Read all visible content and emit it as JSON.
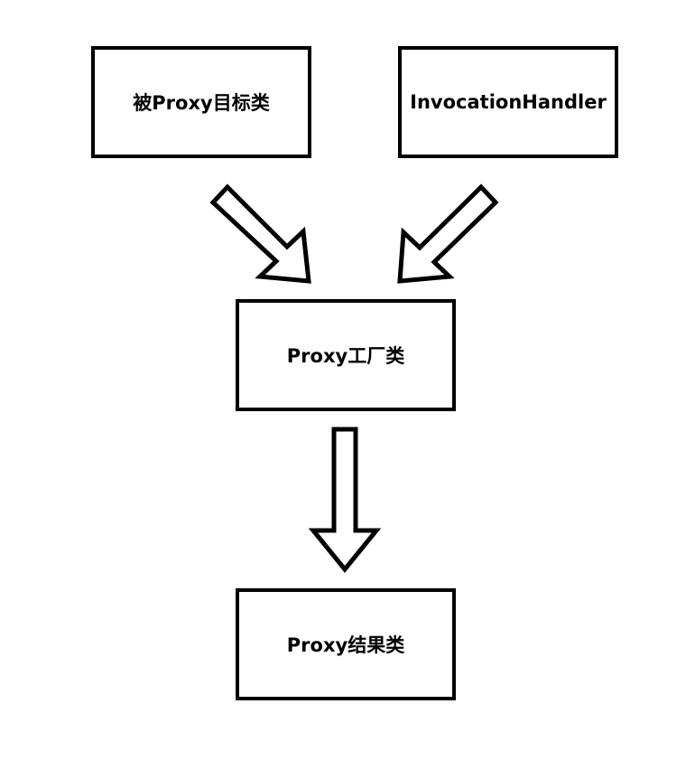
{
  "diagram": {
    "nodes": [
      {
        "id": "target",
        "label": "被Proxy目标类"
      },
      {
        "id": "handler",
        "label": "InvocationHandler"
      },
      {
        "id": "factory",
        "label": "Proxy工厂类"
      },
      {
        "id": "result",
        "label": "Proxy结果类"
      }
    ],
    "edges": [
      {
        "from": "target",
        "to": "factory",
        "style": "hollow-block-arrow"
      },
      {
        "from": "handler",
        "to": "factory",
        "style": "hollow-block-arrow"
      },
      {
        "from": "factory",
        "to": "result",
        "style": "hollow-block-arrow"
      }
    ],
    "colors": {
      "stroke": "#000000",
      "fill": "#ffffff",
      "background": "#ffffff"
    }
  }
}
